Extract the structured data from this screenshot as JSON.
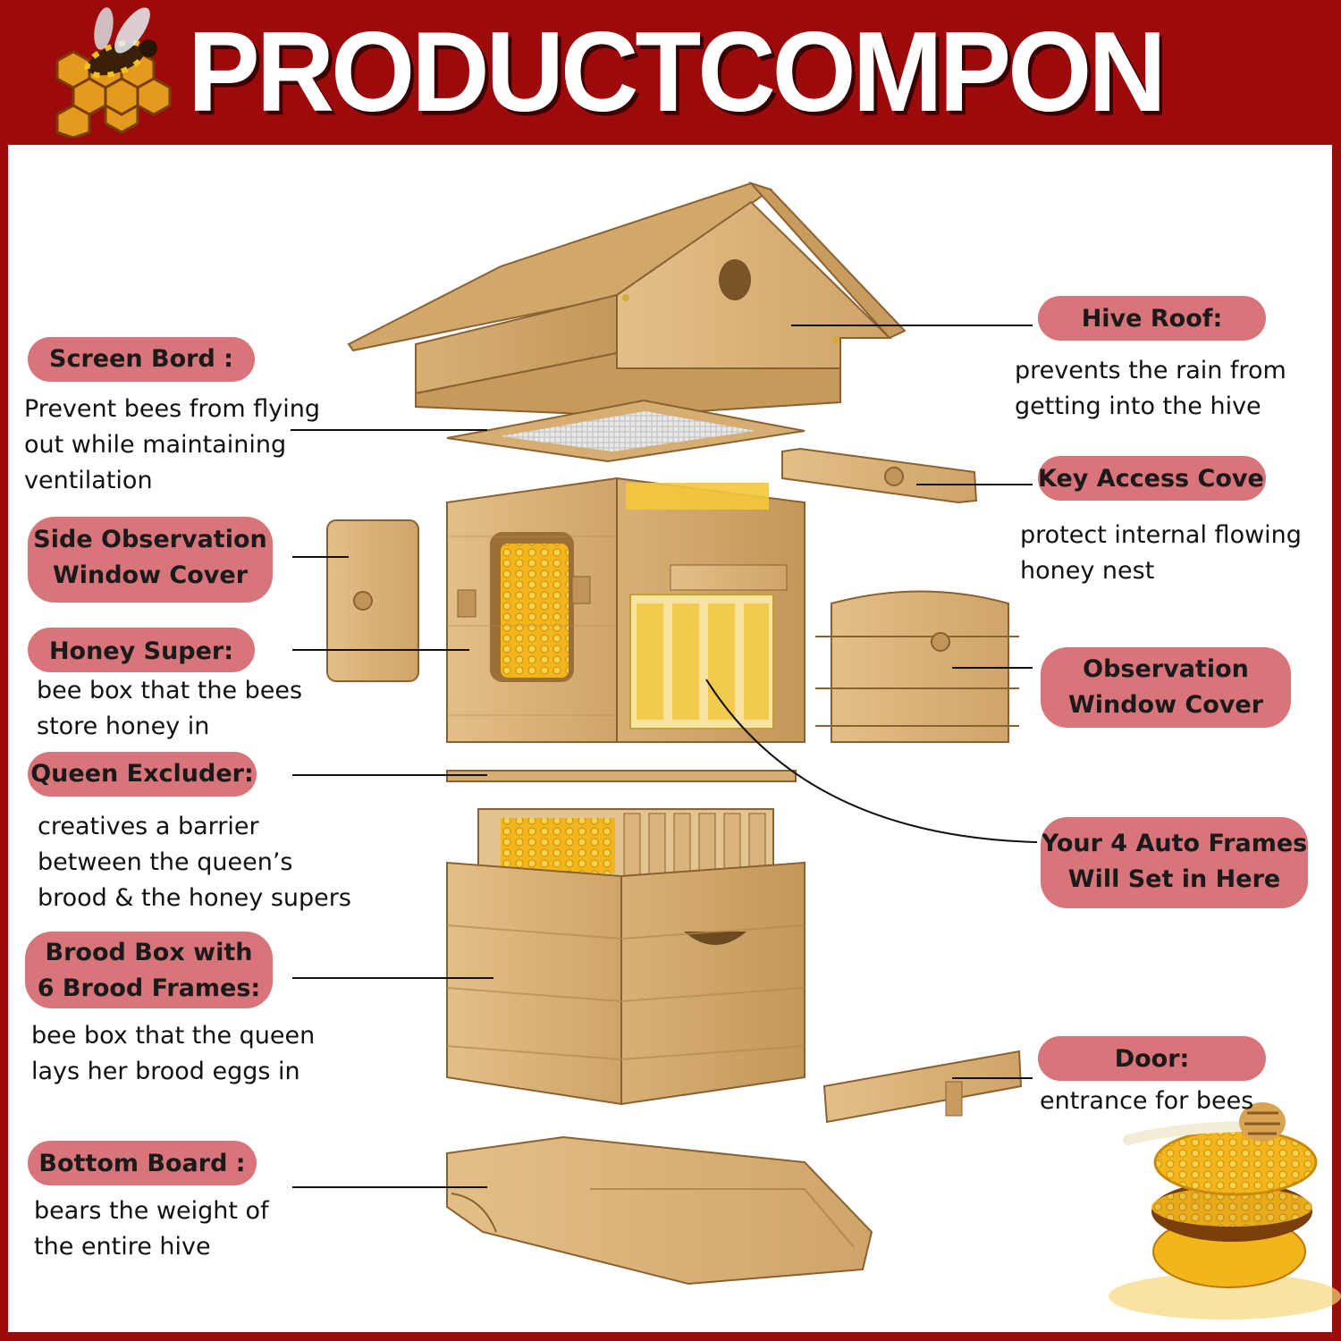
{
  "header": {
    "title": "PRODUCTCOMPONENTS",
    "logo_icon": "bee-honeycomb-icon"
  },
  "colors": {
    "background": "#9c0a0c",
    "panel": "#ffffff",
    "label_pill": "#d8757a",
    "wood": "#d9b47c",
    "honey": "#f2b61c"
  },
  "labels": {
    "screen_board": {
      "title": "Screen Bord :",
      "desc": [
        "Prevent bees from flying",
        "out while maintaining",
        "ventilation"
      ]
    },
    "side_window_cover": {
      "title": [
        "Side Observation",
        "Window Cover"
      ]
    },
    "honey_super": {
      "title": "Honey Super:",
      "desc": [
        "bee box that the bees",
        "store honey in"
      ]
    },
    "queen_excluder": {
      "title": "Queen Excluder:",
      "desc": [
        "creatives a barrier",
        "between the queen’s",
        "brood & the honey supers"
      ]
    },
    "brood_box": {
      "title": [
        "Brood Box with",
        "6 Brood Frames:"
      ],
      "desc": [
        "bee box that the queen",
        "lays her brood eggs in"
      ]
    },
    "bottom_board": {
      "title": "Bottom Board :",
      "desc": [
        "bears the weight of",
        "the entire hive"
      ]
    },
    "hive_roof": {
      "title": "Hive Roof:",
      "desc": [
        "prevents the rain from",
        "getting into the hive"
      ]
    },
    "key_access_cover": {
      "title": "Key Access Cover:",
      "desc": [
        "protect internal flowing",
        "honey nest"
      ]
    },
    "observation_window_cover": {
      "title": [
        "Observation",
        "Window Cover"
      ]
    },
    "auto_frames": {
      "title": [
        "Your 4 Auto Frames",
        "Will Set in Here"
      ]
    },
    "door": {
      "title": "Door:",
      "desc": [
        "entrance for bees"
      ]
    }
  },
  "decor": {
    "honey_dipper": "honey-dipper-icon",
    "honeycomb_stack": "honeycomb-stack-icon"
  }
}
